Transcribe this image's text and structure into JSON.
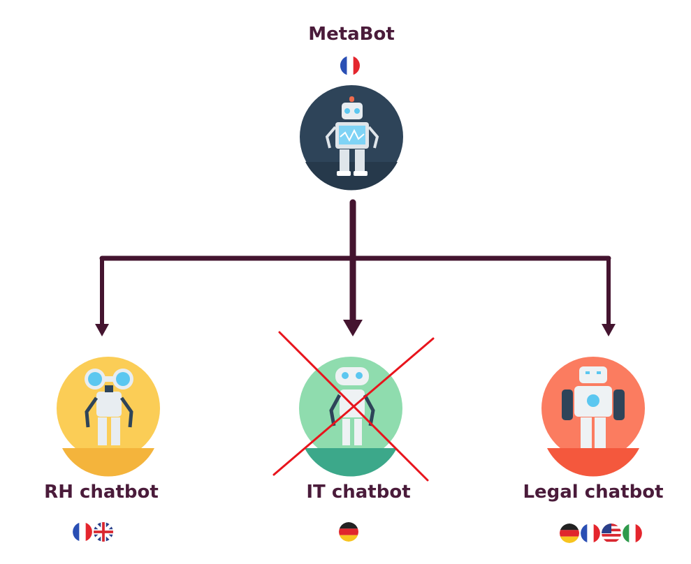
{
  "root": {
    "title": "MetaBot",
    "languages": [
      "fr"
    ],
    "badge_color": "#2e4459"
  },
  "children": [
    {
      "title": "RH chatbot",
      "languages": [
        "fr",
        "gb"
      ],
      "badge_color": "#fbcd56",
      "crossed_out": false
    },
    {
      "title": "IT chatbot",
      "languages": [
        "de"
      ],
      "badge_color": "#8fdcae",
      "crossed_out": true
    },
    {
      "title": "Legal chatbot",
      "languages": [
        "de",
        "fr",
        "us",
        "it"
      ],
      "badge_color": "#fb7c60",
      "crossed_out": false
    }
  ],
  "colors": {
    "connector": "#44142f",
    "title_text": "#4a1b3a",
    "cross": "#e8141c"
  },
  "icons": [
    "robot-icon",
    "flag-fr-icon",
    "flag-gb-icon",
    "flag-de-icon",
    "flag-us-icon",
    "flag-it-icon"
  ]
}
